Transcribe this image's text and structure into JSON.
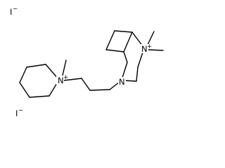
{
  "structure": {
    "type": "chemical-structure-diagram",
    "atoms": {
      "n_piperidinium": "N",
      "n_piperidinium_charge": "+",
      "n_bicyclic_amine": "N",
      "n_quaternary": "N",
      "n_quaternary_charge": "+"
    },
    "counterions": [
      {
        "symbol": "I",
        "charge": "−"
      },
      {
        "symbol": "I",
        "charge": "−"
      }
    ]
  }
}
